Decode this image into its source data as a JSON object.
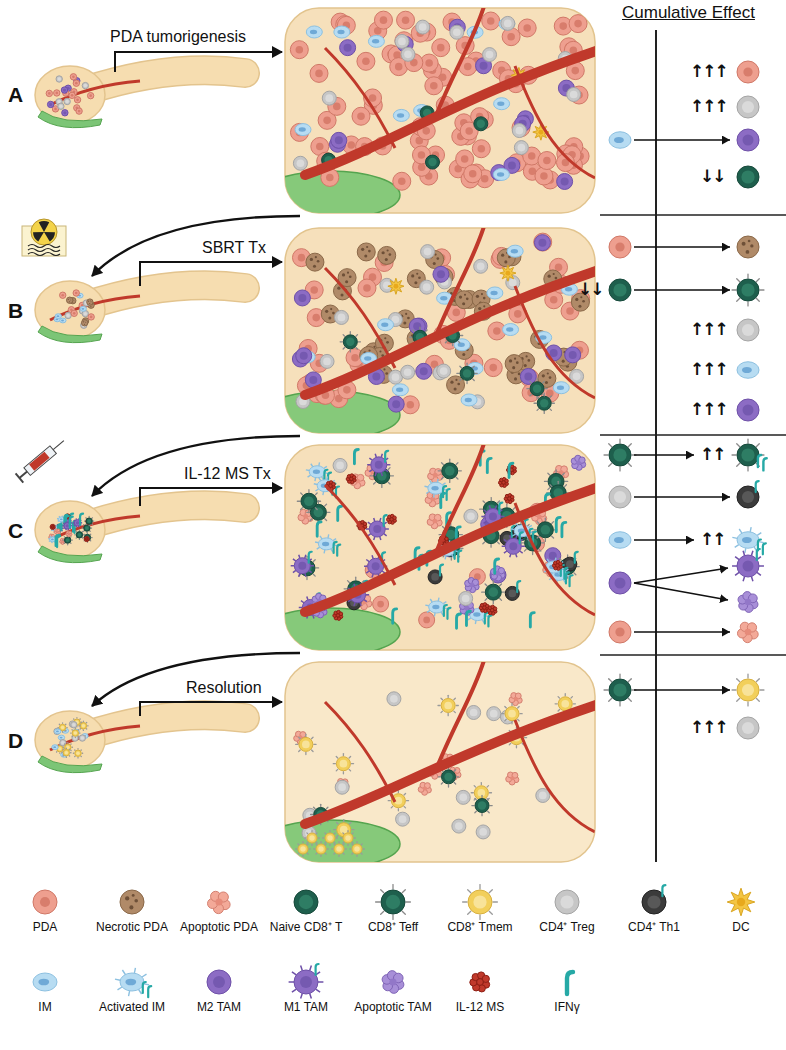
{
  "diagram": {
    "labels": [
      "A",
      "PDA tumorigenesis",
      "Cumulative Effect",
      "↑↑↑",
      "↑↑↑",
      "↓↓",
      "B",
      "SBRT Tx",
      "↓↓",
      "↑↑↑",
      "↑↑↑",
      "↑↑↑",
      "C",
      "IL-12 MS Tx",
      "↑↑",
      "↑↑",
      "D",
      "Resolution",
      "↑↑↑"
    ],
    "legend": [
      {
        "text": "PDA"
      },
      {
        "text": "Necrotic PDA"
      },
      {
        "text": "Apoptotic PDA"
      },
      {
        "text": "Naive CD8⁺ T"
      },
      {
        "text": "CD8⁺ Teff"
      },
      {
        "text": "CD8⁺ Tmem"
      },
      {
        "text": "CD4⁺ Treg"
      },
      {
        "text": "CD4⁺ Th1"
      },
      {
        "text": "DC"
      },
      {
        "text": "IM"
      },
      {
        "text": "Activated IM"
      },
      {
        "text": "M2 TAM"
      },
      {
        "text": "M1 TAM"
      },
      {
        "text": "Apoptotic TAM"
      },
      {
        "text": "IL-12 MS"
      },
      {
        "text": "IFNγ"
      }
    ]
  }
}
